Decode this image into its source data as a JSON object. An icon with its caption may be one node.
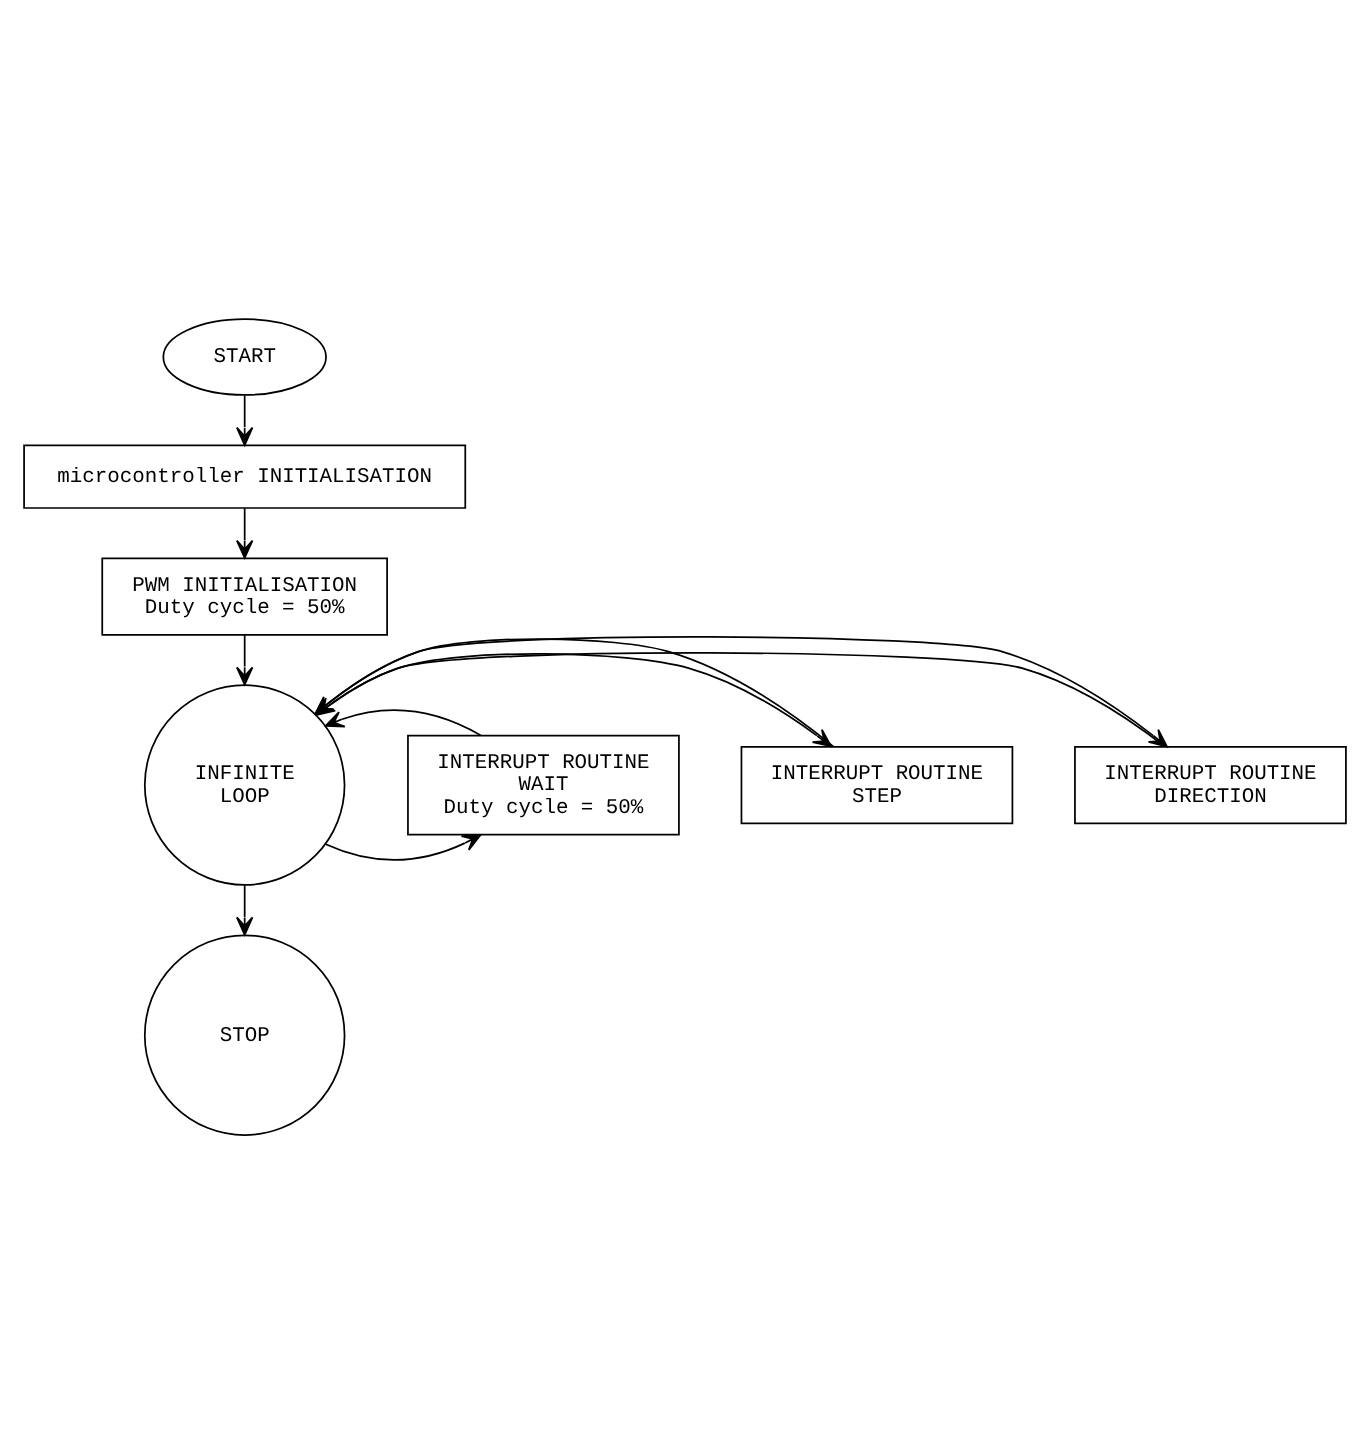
{
  "diagram": {
    "nodes": [
      {
        "text": [
          "START"
        ]
      },
      {
        "text": [
          "microcontroller INITIALISATION"
        ]
      },
      {
        "text": [
          "PWM INITIALISATION",
          "Duty cycle = 50%"
        ]
      },
      {
        "text": [
          "INTERRUPT ROUTINE",
          "DIRECTION"
        ]
      },
      {
        "text": [
          "INFINITE",
          "LOOP"
        ]
      },
      {
        "text": [
          "INTERRUPT ROUTINE",
          "STEP"
        ]
      },
      {
        "text": [
          "INTERRUPT ROUTINE",
          "WAIT",
          "Duty cycle = 50%"
        ]
      },
      {
        "text": [
          "STOP"
        ]
      }
    ],
    "edges": [
      {
        "from": 0,
        "to": 1,
        "arrow": "to"
      },
      {
        "from": 1,
        "to": 2,
        "arrow": "to"
      },
      {
        "from": 2,
        "to": 4,
        "arrow": "to"
      },
      {
        "from": 3,
        "to": 4,
        "arrow": "to"
      },
      {
        "from": 4,
        "to": 3,
        "arrow": "to"
      },
      {
        "from": 4,
        "to": 5,
        "arrow": "to"
      },
      {
        "from": 5,
        "to": 4,
        "arrow": "to"
      },
      {
        "from": 4,
        "to": 6,
        "arrow": "to"
      },
      {
        "from": 6,
        "to": 4,
        "arrow": "to"
      },
      {
        "from": 4,
        "to": 7,
        "arrow": "to"
      }
    ]
  }
}
